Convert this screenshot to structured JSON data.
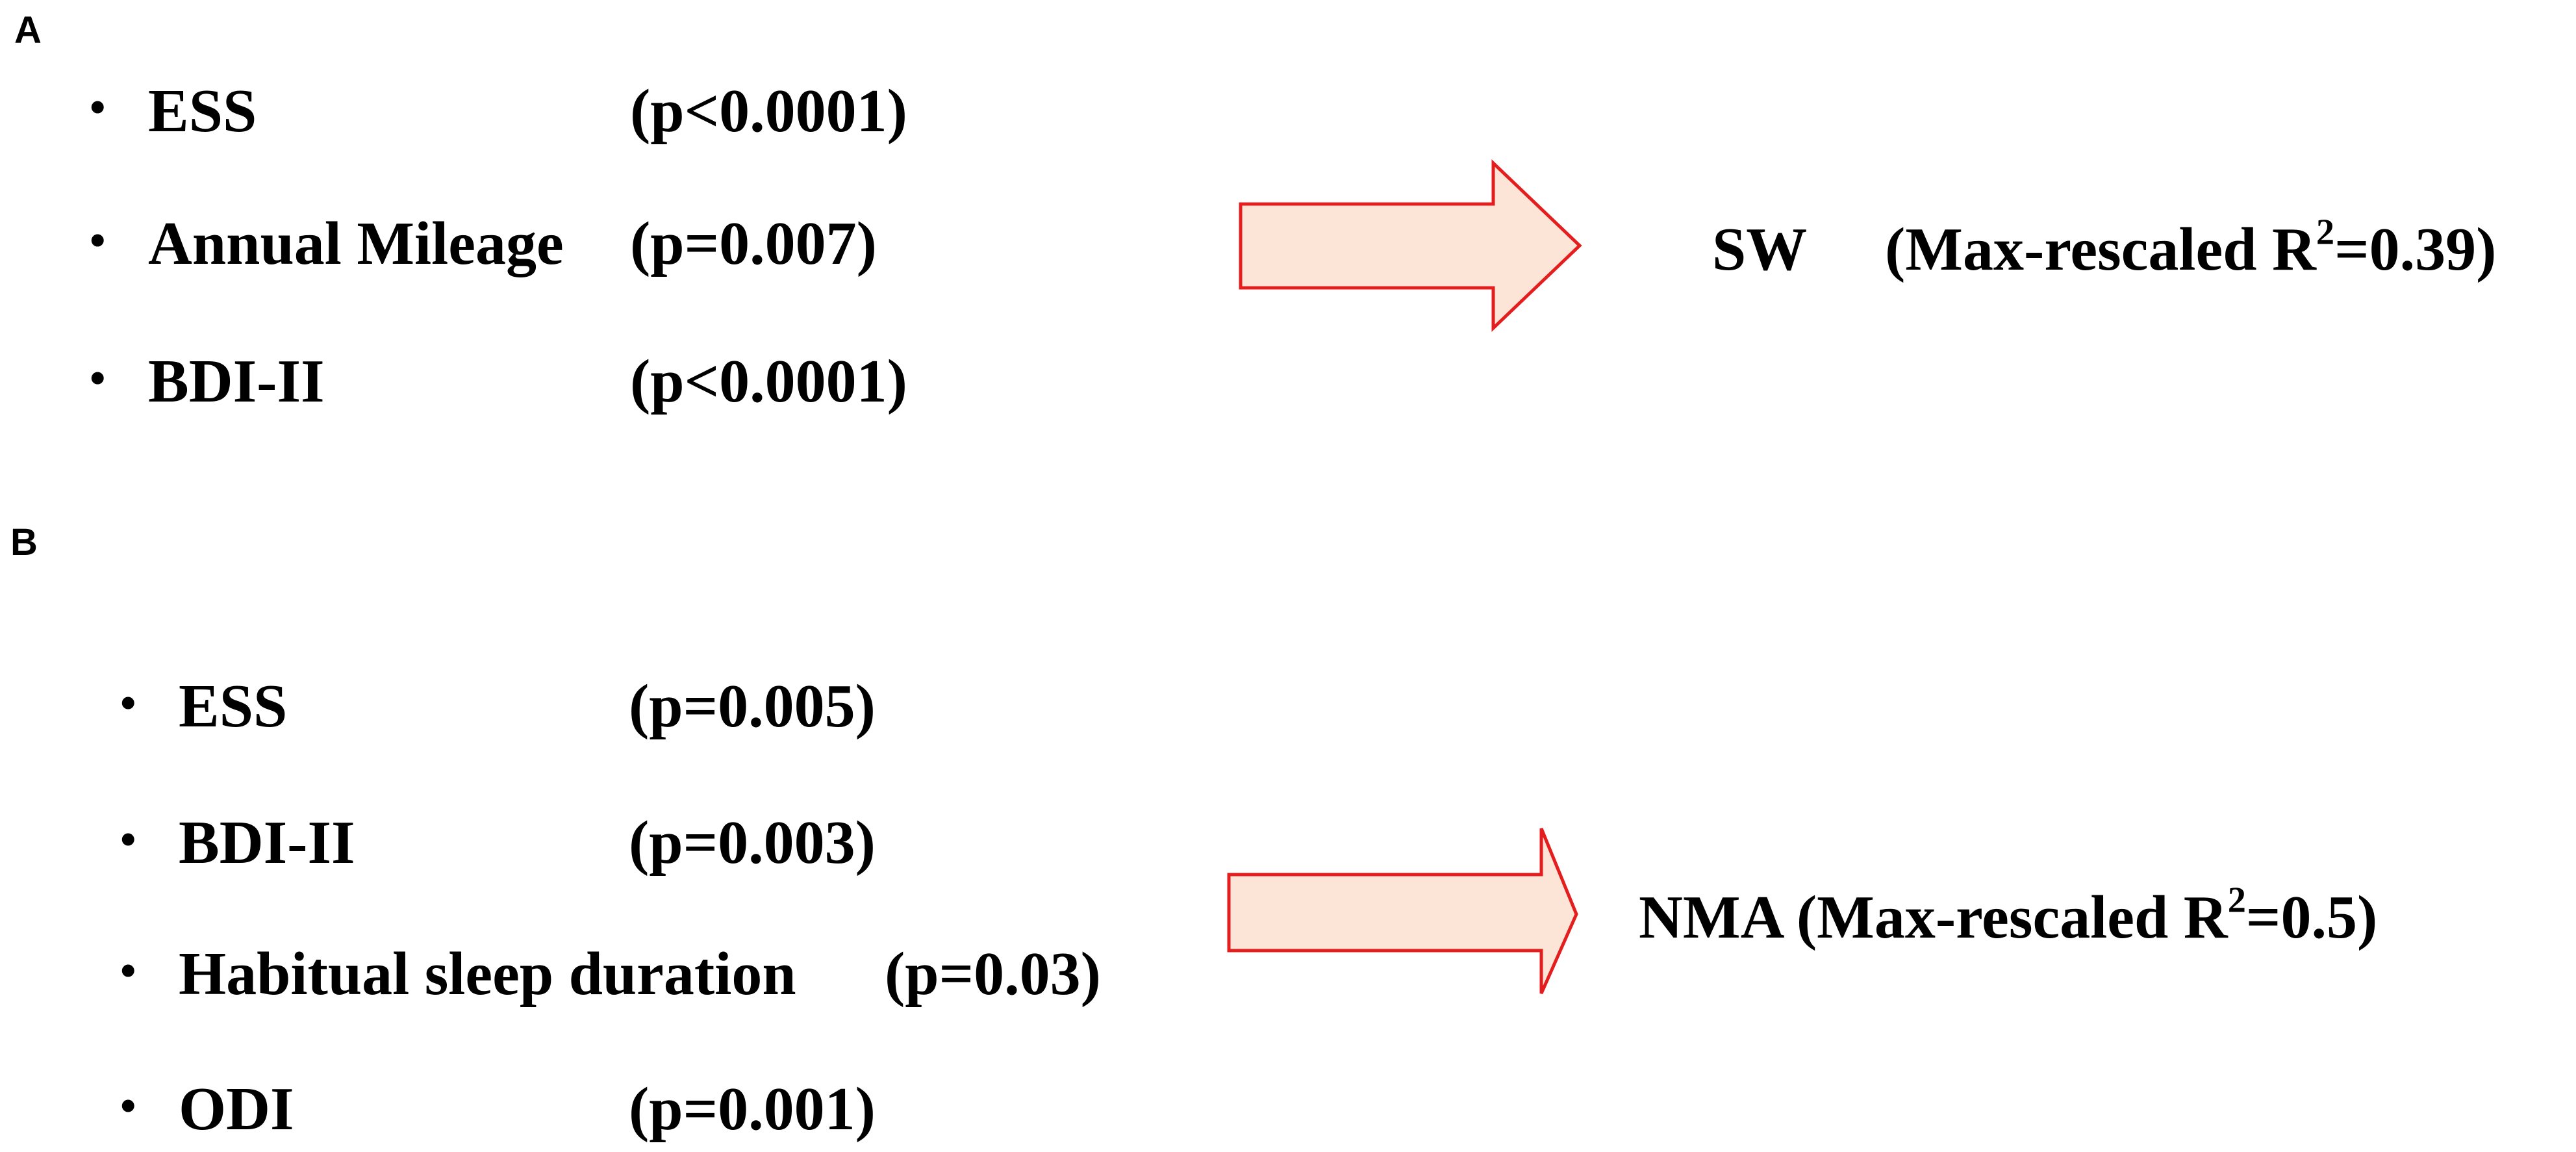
{
  "panelA": {
    "label": "A",
    "predictors": [
      {
        "name": "ESS",
        "p": "(p<0.0001)"
      },
      {
        "name": "Annual Mileage",
        "p": "(p=0.007)"
      },
      {
        "name": "BDI-II",
        "p": "(p<0.0001)"
      }
    ],
    "bullet": "•",
    "outcome": "SW",
    "fit_prefix": "(Max-rescaled R",
    "fit_sup": "2",
    "fit_suffix": "=0.39)",
    "arrow_fill": "#fce4d6",
    "arrow_stroke": "#e41e1e"
  },
  "panelB": {
    "label": "B",
    "predictors": [
      {
        "name": "ESS",
        "p": "(p=0.005)"
      },
      {
        "name": "BDI-II",
        "p": "(p=0.003)"
      },
      {
        "name": "Habitual sleep duration",
        "p": "(p=0.03)"
      },
      {
        "name": "ODI",
        "p": "(p=0.001)"
      }
    ],
    "bullet": "•",
    "outcome": "NMA",
    "fit_prefix": "(Max-rescaled R",
    "fit_sup": "2",
    "fit_suffix": "=0.5)",
    "arrow_fill": "#fce4d6",
    "arrow_stroke": "#e41e1e"
  }
}
